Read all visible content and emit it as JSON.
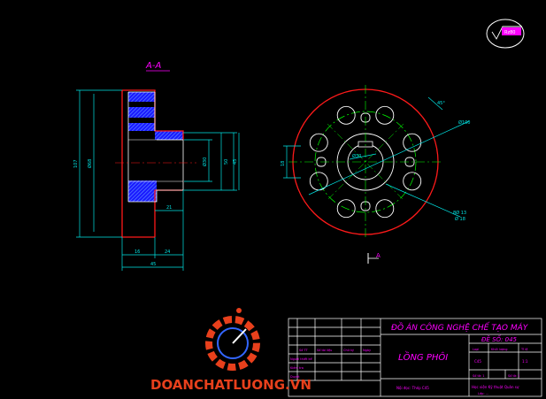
{
  "drawing": {
    "section_label": "A-A",
    "arrow_label": "A",
    "roughness": "Rz80",
    "dims_left": {
      "d_outer": "107",
      "d_shoulder": "Ø68",
      "d_hub": "50",
      "d_bore": "Ø30",
      "d_bore2": "45",
      "l_21": "21",
      "l_16": "16",
      "l_24": "24",
      "l_45": "45"
    },
    "dims_right": {
      "keyway": "18",
      "bolt_circle": "Ø100",
      "bore": "Ø30",
      "holes": "8Ø 13",
      "holes2": "Ø 18",
      "deg": "45°"
    }
  },
  "title_block": {
    "project_title": "ĐỒ ÁN CÔNG NGHỆ CHẾ TẠO MÁY",
    "sheet_no": "ĐỀ SỐ: 045",
    "part_name": "LỒNG PHÔI",
    "material": "C45",
    "scale": "1:1",
    "school": "Học viện Kỹ thuật Quân sự",
    "header_cells": [
      "Số TT",
      "Số tài liệu",
      "Chữ ký",
      "Ngày"
    ],
    "left_rows": [
      "Người thiết kế",
      "Kiểm tra",
      "Duyệt"
    ],
    "right_header": [
      "Loại",
      "Khối lượng",
      "Tỉ lệ"
    ],
    "sheet_cells": [
      "Số tờ: 1",
      "Số tờ: 1"
    ],
    "footer_left": "Nội đọc: Thép C45",
    "footer_right": "Lớp: ..."
  },
  "watermark": {
    "text": "DOANCHATLUONG.VN"
  },
  "colors": {
    "red": "#ff1a1a",
    "cyan": "#00e5e5",
    "magenta": "#ff00ff",
    "green": "#00ff00",
    "blue": "#3366ff",
    "brand": "#e8401c"
  }
}
